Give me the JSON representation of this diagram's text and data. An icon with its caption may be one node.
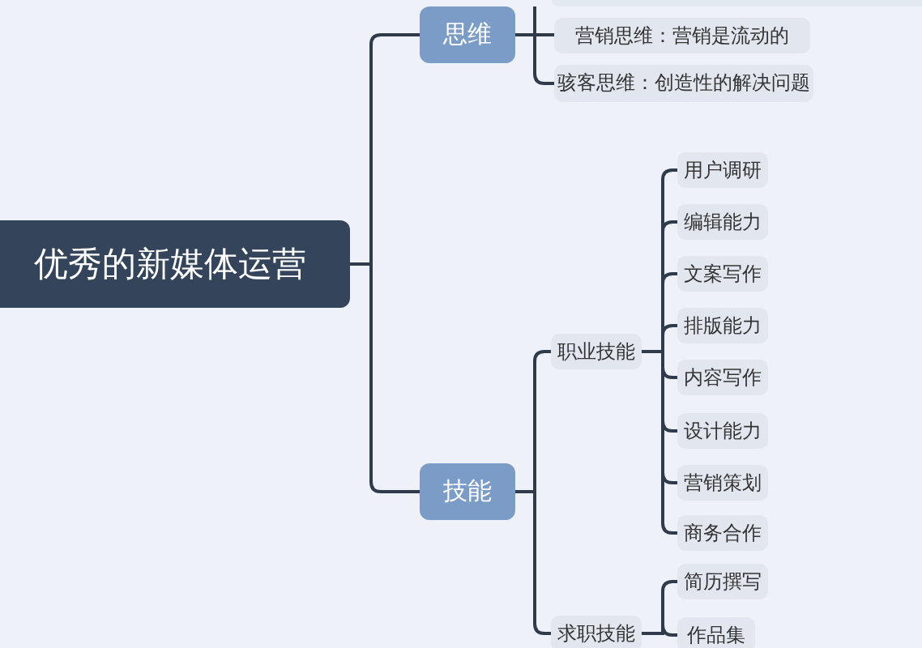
{
  "diagram": {
    "nodes": [
      {
        "text": [
          "优秀的新媒体运营"
        ]
      },
      {
        "text": [
          "思维"
        ]
      },
      {
        "text": [],
        "shape": "box"
      },
      {
        "text": [
          "营销思维：营销是流动的"
        ]
      },
      {
        "text": [
          "骇客思维：创造性的解决问题"
        ]
      },
      {
        "text": [
          "技能"
        ]
      },
      {
        "text": [
          "职业技能"
        ]
      },
      {
        "text": [
          "用户调研"
        ]
      },
      {
        "text": [
          "编辑能力"
        ]
      },
      {
        "text": [
          "文案写作"
        ]
      },
      {
        "text": [
          "排版能力"
        ]
      },
      {
        "text": [
          "内容写作"
        ]
      },
      {
        "text": [
          "设计能力"
        ]
      },
      {
        "text": [
          "营销策划"
        ]
      },
      {
        "text": [
          "商务合作"
        ]
      },
      {
        "text": [
          "求职技能"
        ]
      },
      {
        "text": [
          "简历撰写"
        ]
      },
      {
        "text": [
          "作品集"
        ]
      }
    ],
    "edges": [
      {
        "from": 0,
        "to": 1,
        "arrow": "none"
      },
      {
        "from": 0,
        "to": 5,
        "arrow": "none"
      },
      {
        "from": 1,
        "to": 2,
        "arrow": "none"
      },
      {
        "from": 1,
        "to": 3,
        "arrow": "none"
      },
      {
        "from": 1,
        "to": 4,
        "arrow": "none"
      },
      {
        "from": 5,
        "to": 6,
        "arrow": "none"
      },
      {
        "from": 5,
        "to": 15,
        "arrow": "none"
      },
      {
        "from": 6,
        "to": 7,
        "arrow": "none"
      },
      {
        "from": 6,
        "to": 8,
        "arrow": "none"
      },
      {
        "from": 6,
        "to": 9,
        "arrow": "none"
      },
      {
        "from": 6,
        "to": 10,
        "arrow": "none"
      },
      {
        "from": 6,
        "to": 11,
        "arrow": "none"
      },
      {
        "from": 6,
        "to": 12,
        "arrow": "none"
      },
      {
        "from": 6,
        "to": 13,
        "arrow": "none"
      },
      {
        "from": 6,
        "to": 14,
        "arrow": "none"
      },
      {
        "from": 15,
        "to": 16,
        "arrow": "none"
      },
      {
        "from": 15,
        "to": 17,
        "arrow": "none"
      }
    ]
  }
}
